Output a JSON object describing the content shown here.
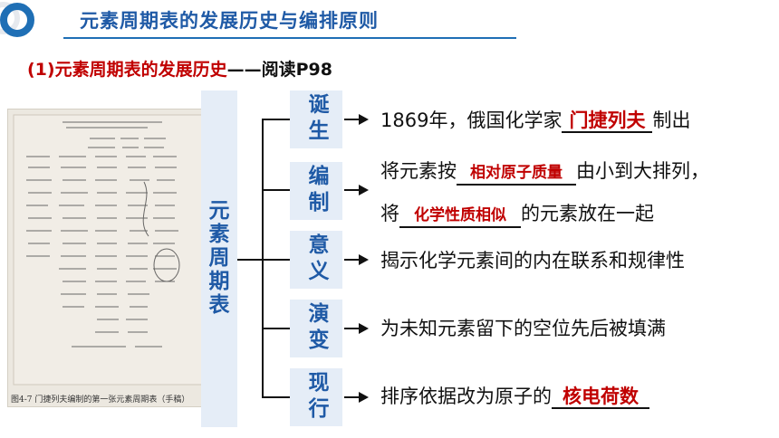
{
  "header": {
    "title": "元素周期表的发展历史与编排原则",
    "subtitle_prefix": "(1)元素周期表的发展历史",
    "subtitle_suffix": "——阅读P98"
  },
  "figure": {
    "caption": "图4-7  门捷列夫编制的第一张元素周期表（手稿）"
  },
  "tree": {
    "root": "元素周期表",
    "branches": [
      {
        "label": "诞生",
        "before": "1869年，俄国化学家",
        "answer": "门捷列夫",
        "after": "制出"
      },
      {
        "label": "编制",
        "line1_before": "将元素按",
        "line1_answer": "相对原子质量",
        "line1_after": "由小到大排列，",
        "line2_before": "将",
        "line2_answer": "化学性质相似",
        "line2_after": "的元素放在一起"
      },
      {
        "label": "意义",
        "text": "揭示化学元素间的内在联系和规律性"
      },
      {
        "label": "演变",
        "text": "为未知元素留下的空位先后被填满"
      },
      {
        "label": "现行",
        "before": "排序依据改为原子的",
        "answer": "核电荷数"
      }
    ]
  },
  "colors": {
    "accent_blue": "#1f5aa6",
    "answer_red": "#c00000",
    "node_bg": "#e5edf7"
  }
}
